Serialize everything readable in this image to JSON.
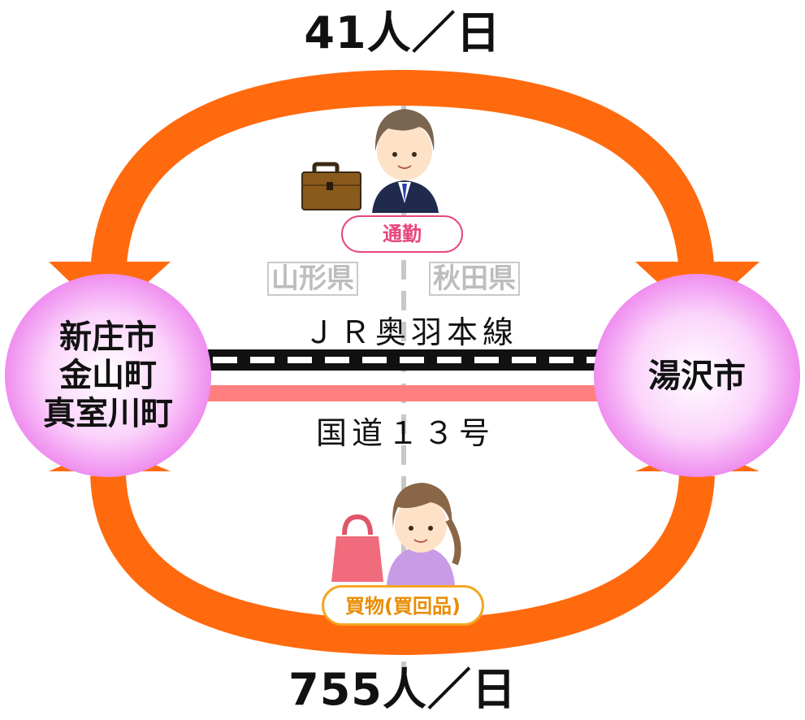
{
  "top_flow": {
    "count_label": "41人／日"
  },
  "bottom_flow": {
    "count_label": "755人／日"
  },
  "left_node": {
    "lines": [
      "新庄市",
      "金山町",
      "真室川町"
    ]
  },
  "right_node": {
    "lines": [
      "湯沢市"
    ]
  },
  "prefectures": {
    "left": "山形県",
    "right": "秋田県"
  },
  "routes": {
    "rail": "ＪＲ奥羽本線",
    "road": "国道１３号"
  },
  "purposes": {
    "commute": "通勤",
    "shopping": "買物(買回品)"
  },
  "colors": {
    "arrow": "#ff6a0e",
    "node_fill": "#f28bf2",
    "road": "#ff7f80",
    "commute_pill": "#e8457b",
    "shopping_pill": "#f5a623"
  },
  "icons": [
    "briefcase-icon",
    "businessman-icon",
    "shopping-bag-icon",
    "shopper-woman-icon"
  ]
}
